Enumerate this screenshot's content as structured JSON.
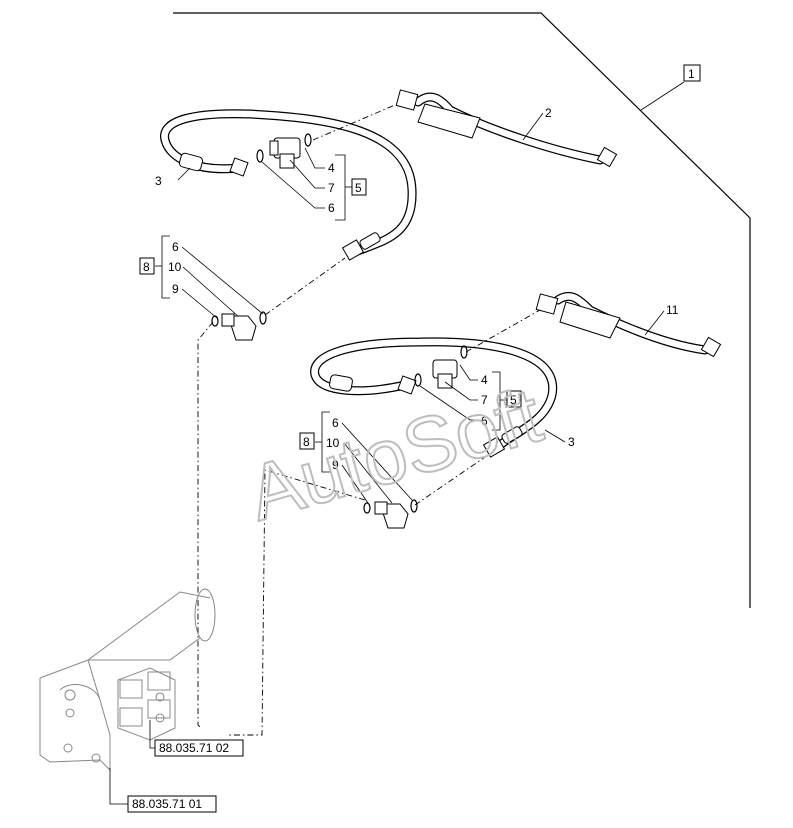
{
  "callouts": {
    "c1": "1",
    "c2": "2",
    "c3_top": "3",
    "c4_top": "4",
    "c7_top": "7",
    "c5_top": "5",
    "c6_top": "6",
    "c8_left": "8",
    "c6_left": "6",
    "c10_left": "10",
    "c9_left": "9",
    "c11": "11",
    "c4_mid": "4",
    "c7_mid": "7",
    "c5_mid": "5",
    "c6_mid": "6",
    "c3_mid": "3",
    "c8_mid": "8",
    "c6_mid2": "6",
    "c10_mid": "10",
    "c9_mid": "9"
  },
  "references": {
    "ref1": "88.035.71 02",
    "ref2": "88.035.71 01"
  },
  "watermark": "AutoSoft"
}
